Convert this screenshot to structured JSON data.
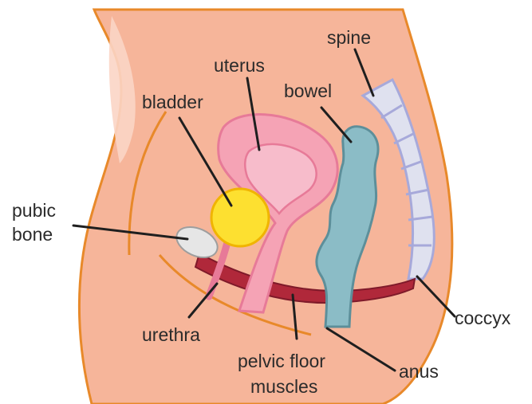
{
  "labels": {
    "spine": "spine",
    "uterus": "uterus",
    "bowel": "bowel",
    "bladder": "bladder",
    "pubic_bone_line1": "pubic",
    "pubic_bone_line2": "bone",
    "coccyx": "coccyx",
    "urethra": "urethra",
    "pelvic_floor_line1": "pelvic floor",
    "pelvic_floor_line2": "muscles",
    "anus": "anus"
  },
  "colors": {
    "skin": "#f6b59a",
    "skin_outline": "#e8892a",
    "uterus": "#f5a3b5",
    "uterus_outline": "#e77a98",
    "bladder": "#fde030",
    "bladder_outline": "#f0b400",
    "bowel": "#8bbcc6",
    "bowel_outline": "#5d8f9a",
    "spine": "#dfe1ef",
    "spine_outline": "#a7a9da",
    "bone": "#e6e6e6",
    "muscle": "#b0283a",
    "label_text": "#2b2b2b"
  }
}
